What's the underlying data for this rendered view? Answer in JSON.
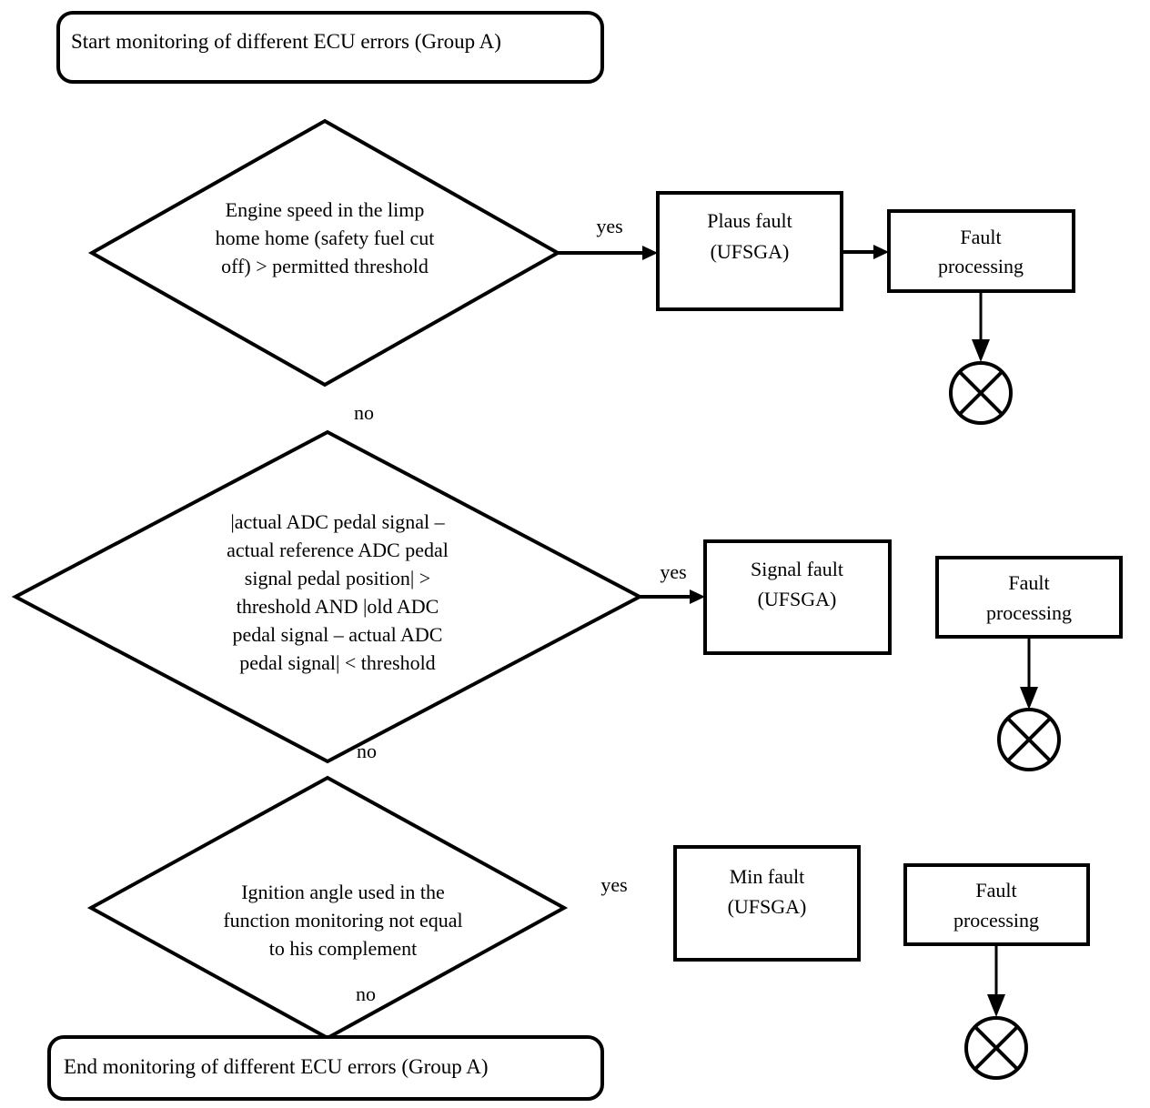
{
  "diagram": {
    "title": "Monitoring of different ECU errors (Group A)",
    "type": "flowchart",
    "background_color": "#ffffff",
    "line_color": "#000000"
  },
  "nodes": {
    "start": {
      "shape": "terminator",
      "label": "Start monitoring of different ECU errors (Group A)"
    },
    "decision1": {
      "shape": "decision",
      "lines": [
        "Engine speed in the limp",
        "home home (safety fuel cut",
        "off) > permitted threshold"
      ]
    },
    "fault1": {
      "shape": "process",
      "lines": [
        "Plaus fault",
        "(UFSGA)"
      ]
    },
    "processing1": {
      "shape": "process",
      "lines": [
        "Fault",
        "processing"
      ]
    },
    "terminator1": {
      "shape": "crossed-circle",
      "label": ""
    },
    "decision2": {
      "shape": "decision",
      "lines": [
        "|actual ADC pedal signal –",
        "actual reference ADC pedal",
        "signal pedal position| >",
        "threshold AND |old ADC",
        "pedal signal – actual ADC",
        "pedal signal| < threshold"
      ]
    },
    "fault2": {
      "shape": "process",
      "lines": [
        "Signal fault",
        "(UFSGA)"
      ]
    },
    "processing2": {
      "shape": "process",
      "lines": [
        "Fault",
        "processing"
      ]
    },
    "terminator2": {
      "shape": "crossed-circle",
      "label": ""
    },
    "decision3": {
      "shape": "decision",
      "lines": [
        "Ignition angle used in the",
        "function monitoring not equal",
        "to his complement"
      ]
    },
    "fault3": {
      "shape": "process",
      "lines": [
        "Min fault",
        "(UFSGA)"
      ]
    },
    "processing3": {
      "shape": "process",
      "lines": [
        "Fault",
        "processing"
      ]
    },
    "terminator3": {
      "shape": "crossed-circle",
      "label": ""
    },
    "end": {
      "shape": "terminator",
      "label": "End monitoring of different ECU errors (Group A)"
    }
  },
  "edge_labels": {
    "d1_yes": "yes",
    "d1_no": "no",
    "d2_yes": "yes",
    "d2_no": "no",
    "d3_yes": "yes",
    "d3_no": "no"
  }
}
